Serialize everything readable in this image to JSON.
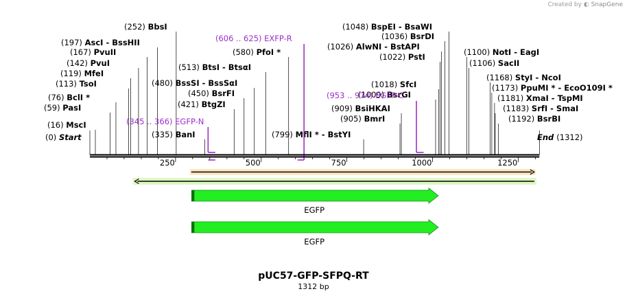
{
  "brand": {
    "prefix": "Created by",
    "name": "SnapGene"
  },
  "plasmid": {
    "name": "pUC57-GFP-SFPQ-RT",
    "length_label": "1312 bp",
    "length": 1312
  },
  "ruler": {
    "ticks": [
      250,
      500,
      750,
      1000,
      1250
    ]
  },
  "ends": [
    {
      "pos": 0,
      "pos_label": "(0)",
      "name": "Start",
      "italic": true
    },
    {
      "pos": 1312,
      "pos_label": "(1312)",
      "name": "End",
      "italic": true
    }
  ],
  "sites": [
    {
      "pos": 16,
      "pos_label": "(16)",
      "name": "MscI"
    },
    {
      "pos": 59,
      "pos_label": "(59)",
      "name": "PasI"
    },
    {
      "pos": 76,
      "pos_label": "(76)",
      "name": "BclI *"
    },
    {
      "pos": 113,
      "pos_label": "(113)",
      "name": "TsoI"
    },
    {
      "pos": 119,
      "pos_label": "(119)",
      "name": "MfeI"
    },
    {
      "pos": 142,
      "pos_label": "(142)",
      "name": "PvuI"
    },
    {
      "pos": 167,
      "pos_label": "(167)",
      "name": "PvuII"
    },
    {
      "pos": 197,
      "pos_label": "(197)",
      "name": "AscI  - BssHII"
    },
    {
      "pos": 252,
      "pos_label": "(252)",
      "name": "BbsI"
    },
    {
      "pos": 335,
      "pos_label": "(335)",
      "name": "BanI"
    },
    {
      "pos": 421,
      "pos_label": "(421)",
      "name": "BtgZI"
    },
    {
      "pos": 450,
      "pos_label": "(450)",
      "name": "BsrFI"
    },
    {
      "pos": 480,
      "pos_label": "(480)",
      "name": "BssSI  - BssSαI"
    },
    {
      "pos": 513,
      "pos_label": "(513)",
      "name": "BtsI  - BtsαI"
    },
    {
      "pos": 580,
      "pos_label": "(580)",
      "name": "PfoI *"
    },
    {
      "pos": 799,
      "pos_label": "(799)",
      "name": "MflI *  - BstYI"
    },
    {
      "pos": 905,
      "pos_label": "(905)",
      "name": "BmrI"
    },
    {
      "pos": 909,
      "pos_label": "(909)",
      "name": "BsiHKAI"
    },
    {
      "pos": 1009,
      "pos_label": "(1009)",
      "name": "BsrGI"
    },
    {
      "pos": 1018,
      "pos_label": "(1018)",
      "name": "SfcI"
    },
    {
      "pos": 1022,
      "pos_label": "(1022)",
      "name": "PstI"
    },
    {
      "pos": 1026,
      "pos_label": "(1026)",
      "name": "AlwNI  - BstAPI"
    },
    {
      "pos": 1036,
      "pos_label": "(1036)",
      "name": "BsrDI"
    },
    {
      "pos": 1048,
      "pos_label": "(1048)",
      "name": "BspEI  - BsaWI"
    },
    {
      "pos": 1100,
      "pos_label": "(1100)",
      "name": "NotI  - EagI"
    },
    {
      "pos": 1106,
      "pos_label": "(1106)",
      "name": "SacII"
    },
    {
      "pos": 1168,
      "pos_label": "(1168)",
      "name": "StyI  - NcoI"
    },
    {
      "pos": 1173,
      "pos_label": "(1173)",
      "name": "PpuMI *  - EcoO109I *"
    },
    {
      "pos": 1181,
      "pos_label": "(1181)",
      "name": "XmaI  - TspMI"
    },
    {
      "pos": 1183,
      "pos_label": "(1183)",
      "name": "SrfI  - SmaI"
    },
    {
      "pos": 1192,
      "pos_label": "(1192)",
      "name": "BsrBI"
    }
  ],
  "primers": [
    {
      "start": 345,
      "end": 366,
      "range_label": "(345 .. 366)",
      "name": "EGFP-N",
      "strand": "forward"
    },
    {
      "start": 606,
      "end": 625,
      "range_label": "(606 .. 625)",
      "name": "EXFP-R",
      "strand": "reverse"
    },
    {
      "start": 953,
      "end": 974,
      "range_label": "(953 .. 974)",
      "name": "EGFP-C",
      "strand": "forward"
    }
  ],
  "features": [
    {
      "name": "EGFP",
      "start": 297,
      "end": 1017,
      "label": "EGFP"
    },
    {
      "name": "EGFP",
      "start": 297,
      "end": 1017,
      "label": "EGFP"
    }
  ],
  "colors": {
    "primer": "#9b30c8",
    "feature_fill": "#22ee22",
    "feature_stroke": "#1a8a1a",
    "orf_forward": "#f2a23a",
    "orf_reverse": "#b8ec80"
  }
}
